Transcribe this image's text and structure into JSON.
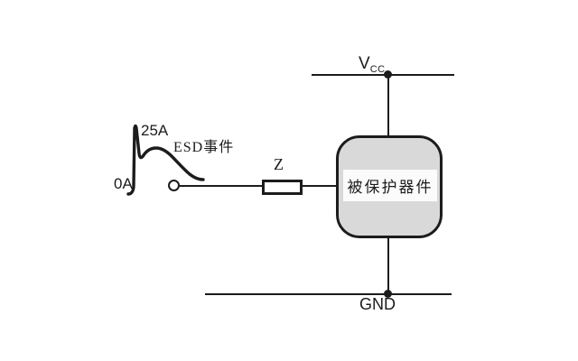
{
  "labels": {
    "peak_current": "25A",
    "baseline_current": "0A",
    "esd_event": "ESD事件",
    "impedance": "Z",
    "protected_device": "被保护器件",
    "vcc_main": "V",
    "vcc_sub": "CC",
    "gnd": "GND"
  },
  "colors": {
    "line": "#1c1c1c",
    "device_fill": "#d9d9d9",
    "label_band_fill": "#fbfbfb",
    "background": "#ffffff"
  }
}
